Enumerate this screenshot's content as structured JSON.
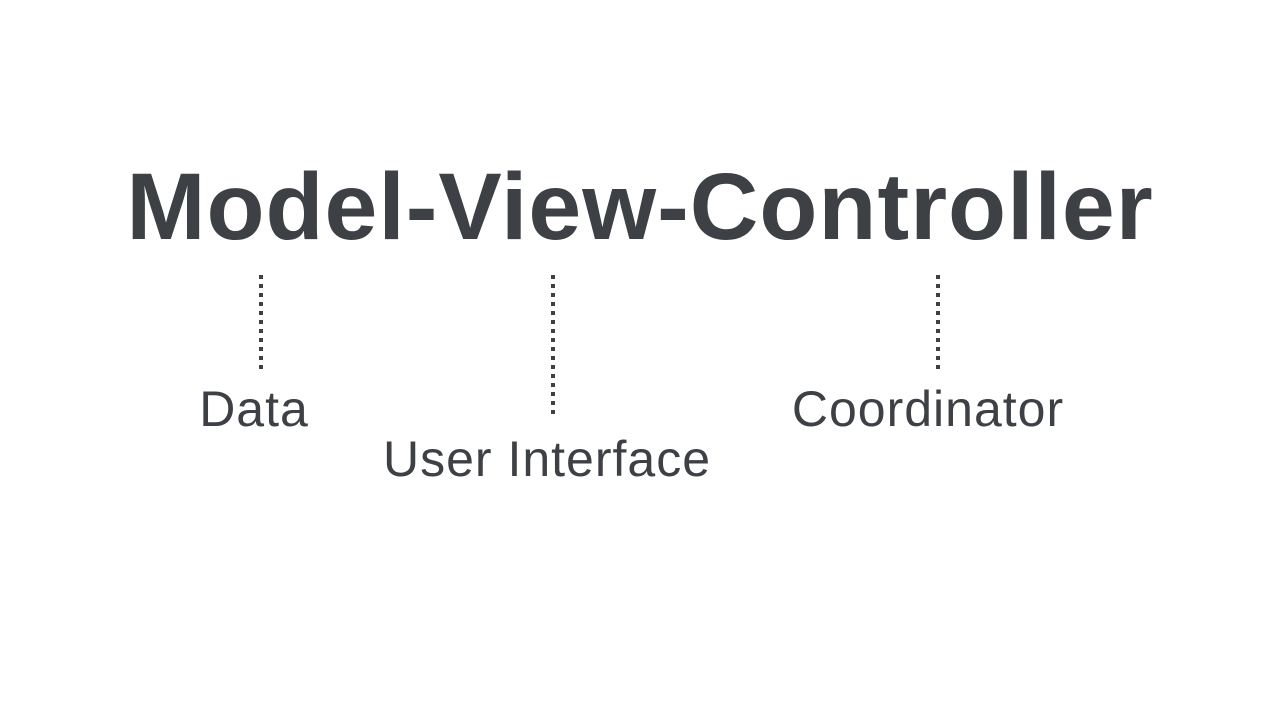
{
  "diagram": {
    "title": "Model-View-Controller",
    "items": [
      {
        "term": "Model",
        "label": "Data"
      },
      {
        "term": "View",
        "label": "User Interface"
      },
      {
        "term": "Controller",
        "label": "Coordinator"
      }
    ],
    "colors": {
      "text": "#3d4045",
      "background": "#ffffff"
    }
  }
}
